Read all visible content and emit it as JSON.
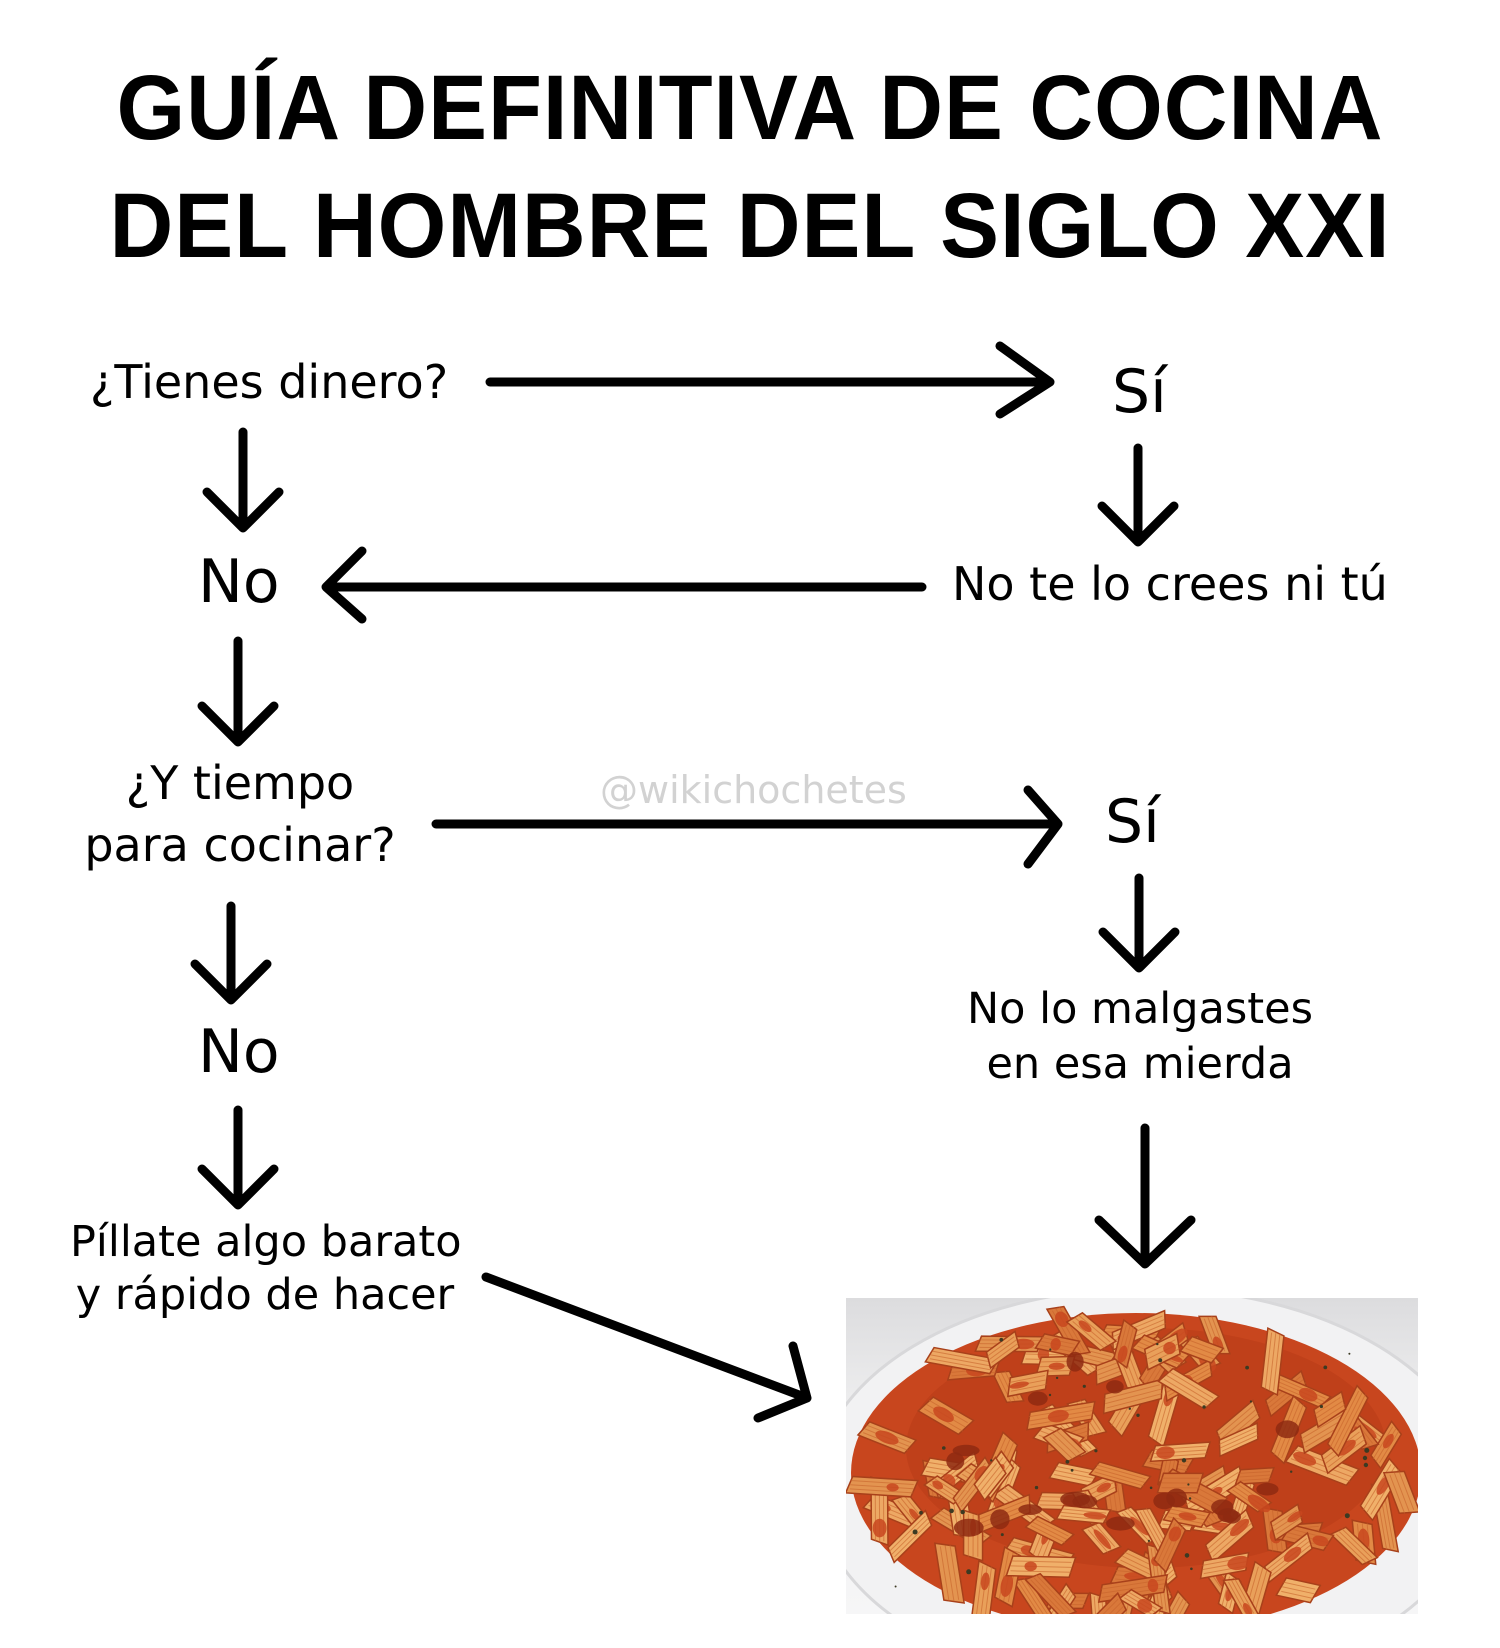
{
  "title": {
    "line1": "GUÍA DEFINITIVA DE COCINA",
    "line2": "DEL HOMBRE DEL SIGLO XXI"
  },
  "nodes": {
    "q_money": "¿Tienes dinero?",
    "money_yes": "Sí",
    "money_no": "No",
    "no_te_lo_crees": "No te lo crees ni tú",
    "q_time_line1": "¿Y tiempo",
    "q_time_line2": "para cocinar?",
    "time_yes": "Sí",
    "time_no": "No",
    "no_lo_malgastes_line1": "No lo malgastes",
    "no_lo_malgastes_line2": "en esa mierda",
    "pillate_line1": "Píllate algo barato",
    "pillate_line2": "y rápido de hacer"
  },
  "watermark": "@wikichochetes",
  "photo": {
    "subject": "plate of penne pasta with tomato sauce",
    "colors": {
      "sauce": "#c8461e",
      "pasta": "#e89a55",
      "plate": "#f2f2f3"
    }
  }
}
